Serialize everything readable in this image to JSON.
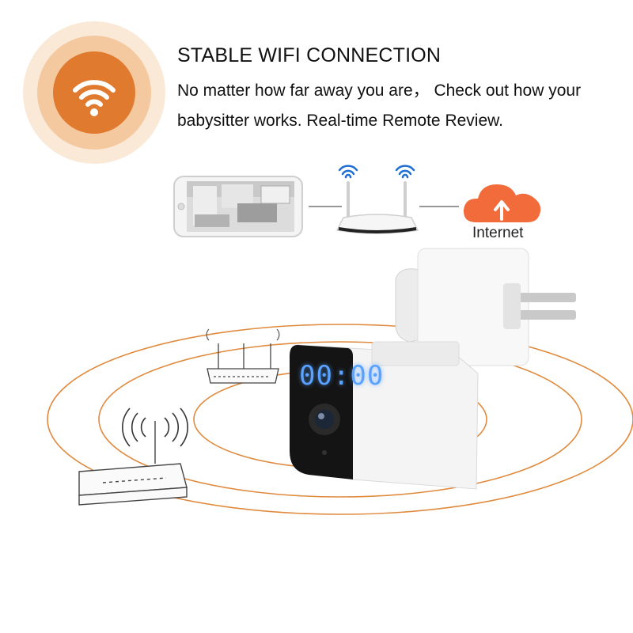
{
  "header": {
    "title": "STABLE WIFI CONNECTION",
    "line1": "No matter how far away you are， Check out how your",
    "line2": "babysitter works. Real-time Remote Review."
  },
  "diagram": {
    "internet_label": "Internet"
  },
  "camera": {
    "clock_display": "00:00"
  },
  "colors": {
    "accent_orange": "#e07a2e",
    "badge_outer": "#f8dfc6",
    "cloud": "#f26b3a",
    "signal_blue": "#1f6fd1",
    "clock_blue": "#5aa2ff"
  },
  "icons": {
    "badge": "wifi-icon",
    "cloud": "cloud-upload-icon"
  }
}
